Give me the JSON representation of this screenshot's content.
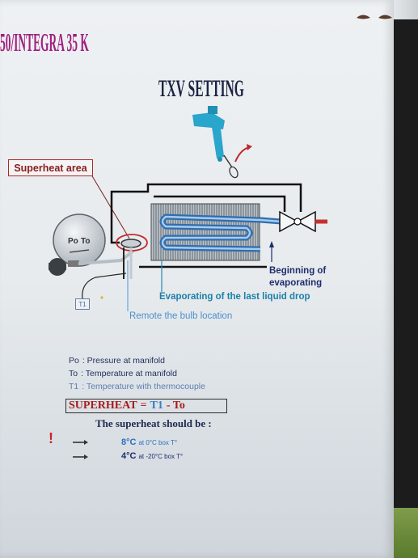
{
  "header": {
    "model_label": "50/INTEGRA 35 K"
  },
  "title": "TXV SETTING",
  "diagram": {
    "superheat_area": "Superheat area",
    "gauge_po": "Po",
    "gauge_to": "To",
    "bulb_tag": "T1",
    "beginning_line1": "Beginning of",
    "beginning_line2": "evaporating",
    "last_drop": "Evaporating of the last liquid drop",
    "bulb_location": "Remote the bulb location"
  },
  "legend": [
    {
      "symbol": "Po",
      "text": ": Pressure at manifold"
    },
    {
      "symbol": "To",
      "text": ": Temperature at manifold"
    },
    {
      "symbol": "T1",
      "text": ": Temperature with thermocouple"
    }
  ],
  "formula": {
    "superheat": "SUPERHEAT",
    "equals": "=",
    "t1": "T1",
    "minus_to": "- To"
  },
  "requirement": "The superheat should be :",
  "warning_mark": "!",
  "targets": [
    {
      "value": "8°C",
      "condition": "at 0°C box T°"
    },
    {
      "value": "4°C",
      "condition": "at -20°C box T°"
    }
  ],
  "colors": {
    "model": "#a0207f",
    "title": "#1d2442",
    "superheat_red": "#b52424",
    "coil_blue": "#2f6db0",
    "valve_cyan": "#2aa5cb"
  }
}
